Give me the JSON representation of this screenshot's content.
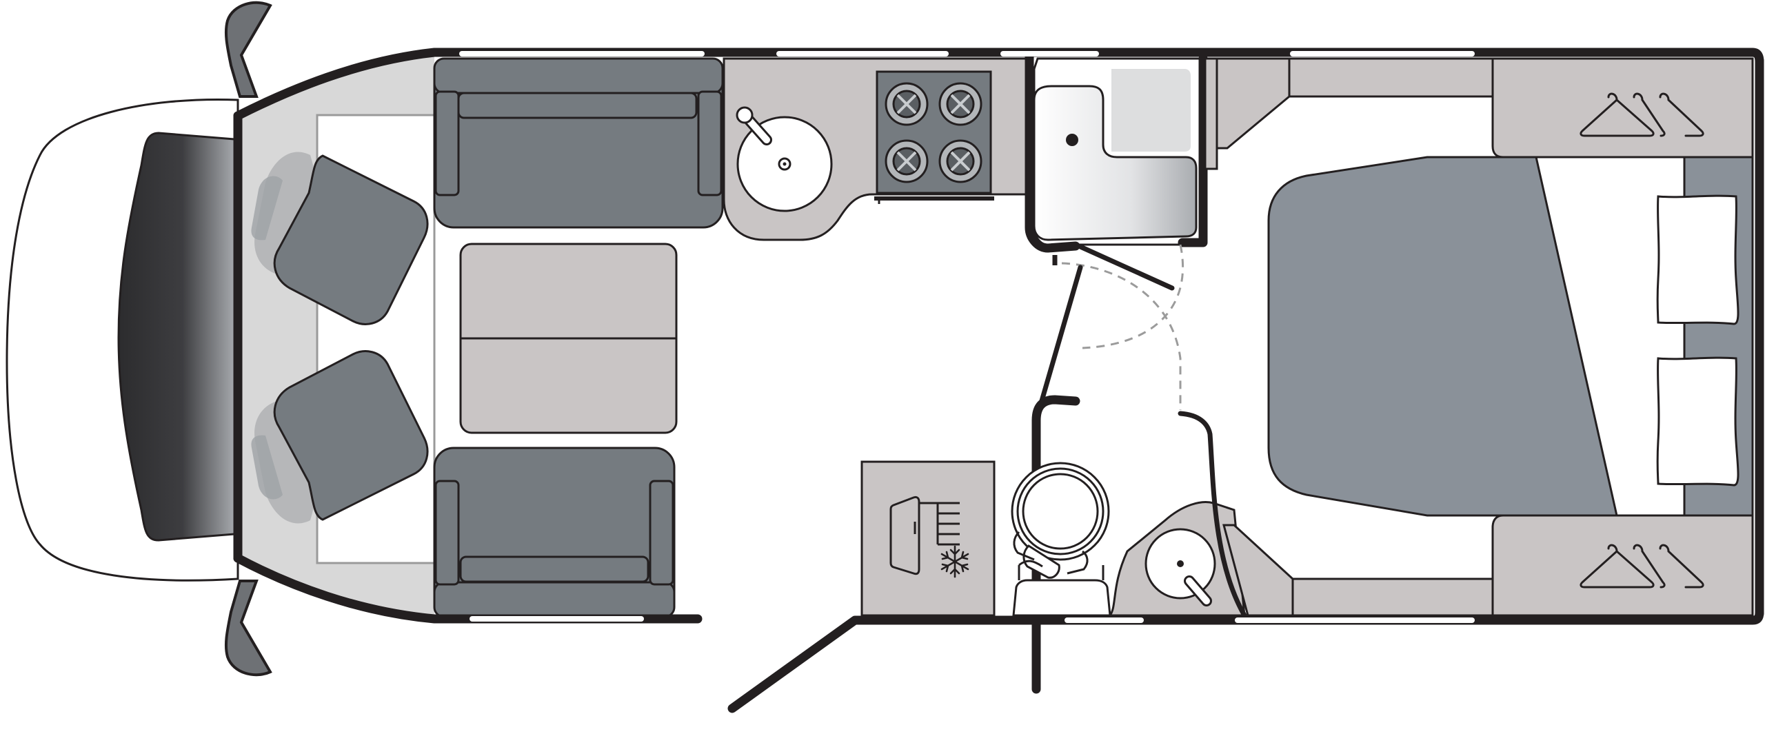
{
  "colors": {
    "wall": "#231f20",
    "floor": "#ffffff",
    "furniture_dark": "#757b80",
    "bed_mattress": "#8a9199",
    "worktop": "#c9c5c5",
    "cab_floor": "#d6d6d6",
    "window": "#ffffff"
  },
  "icons": [
    "steering-wheel",
    "cab-seat",
    "sofa",
    "dining-table",
    "sink",
    "hob",
    "fridge-snowflake",
    "toilet",
    "shower-tray",
    "wash-basin",
    "wardrobe-hanger",
    "double-bed",
    "pillow",
    "door-swing"
  ]
}
